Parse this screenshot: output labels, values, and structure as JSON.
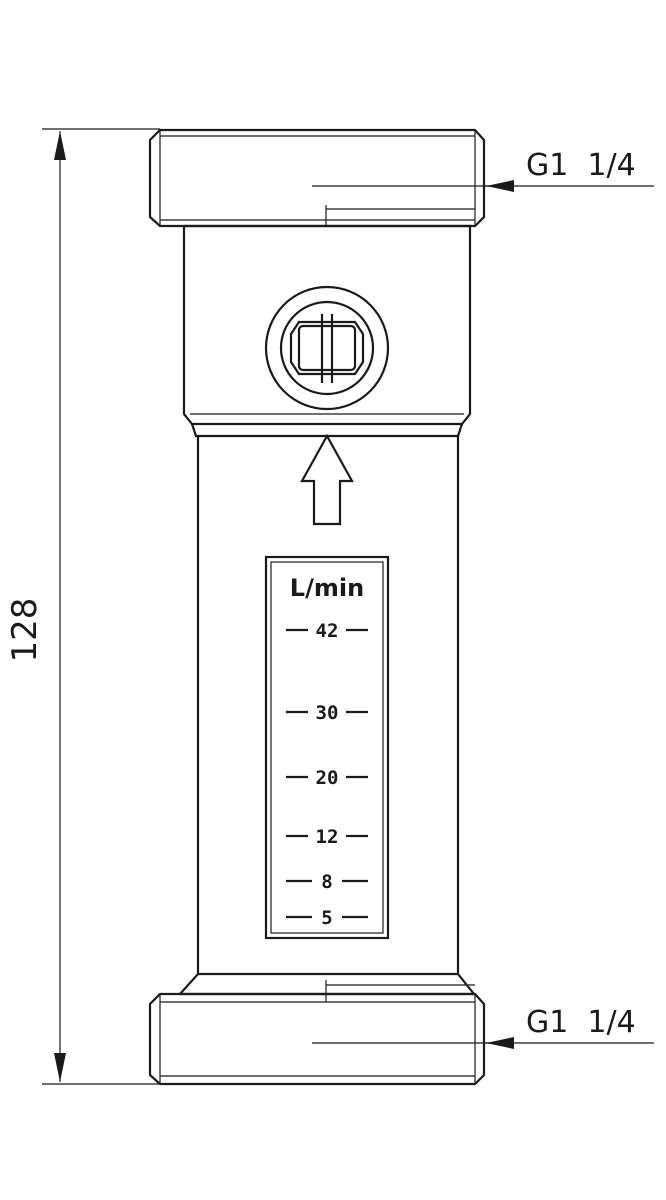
{
  "dimension": {
    "overall_length": "128"
  },
  "threads": {
    "top": "G1  1/4",
    "bottom": "G1  1/4"
  },
  "scale": {
    "unit": "L/min",
    "marks": [
      {
        "value": "42"
      },
      {
        "value": "30"
      },
      {
        "value": "20"
      },
      {
        "value": "12"
      },
      {
        "value": "8"
      },
      {
        "value": "5"
      }
    ]
  }
}
